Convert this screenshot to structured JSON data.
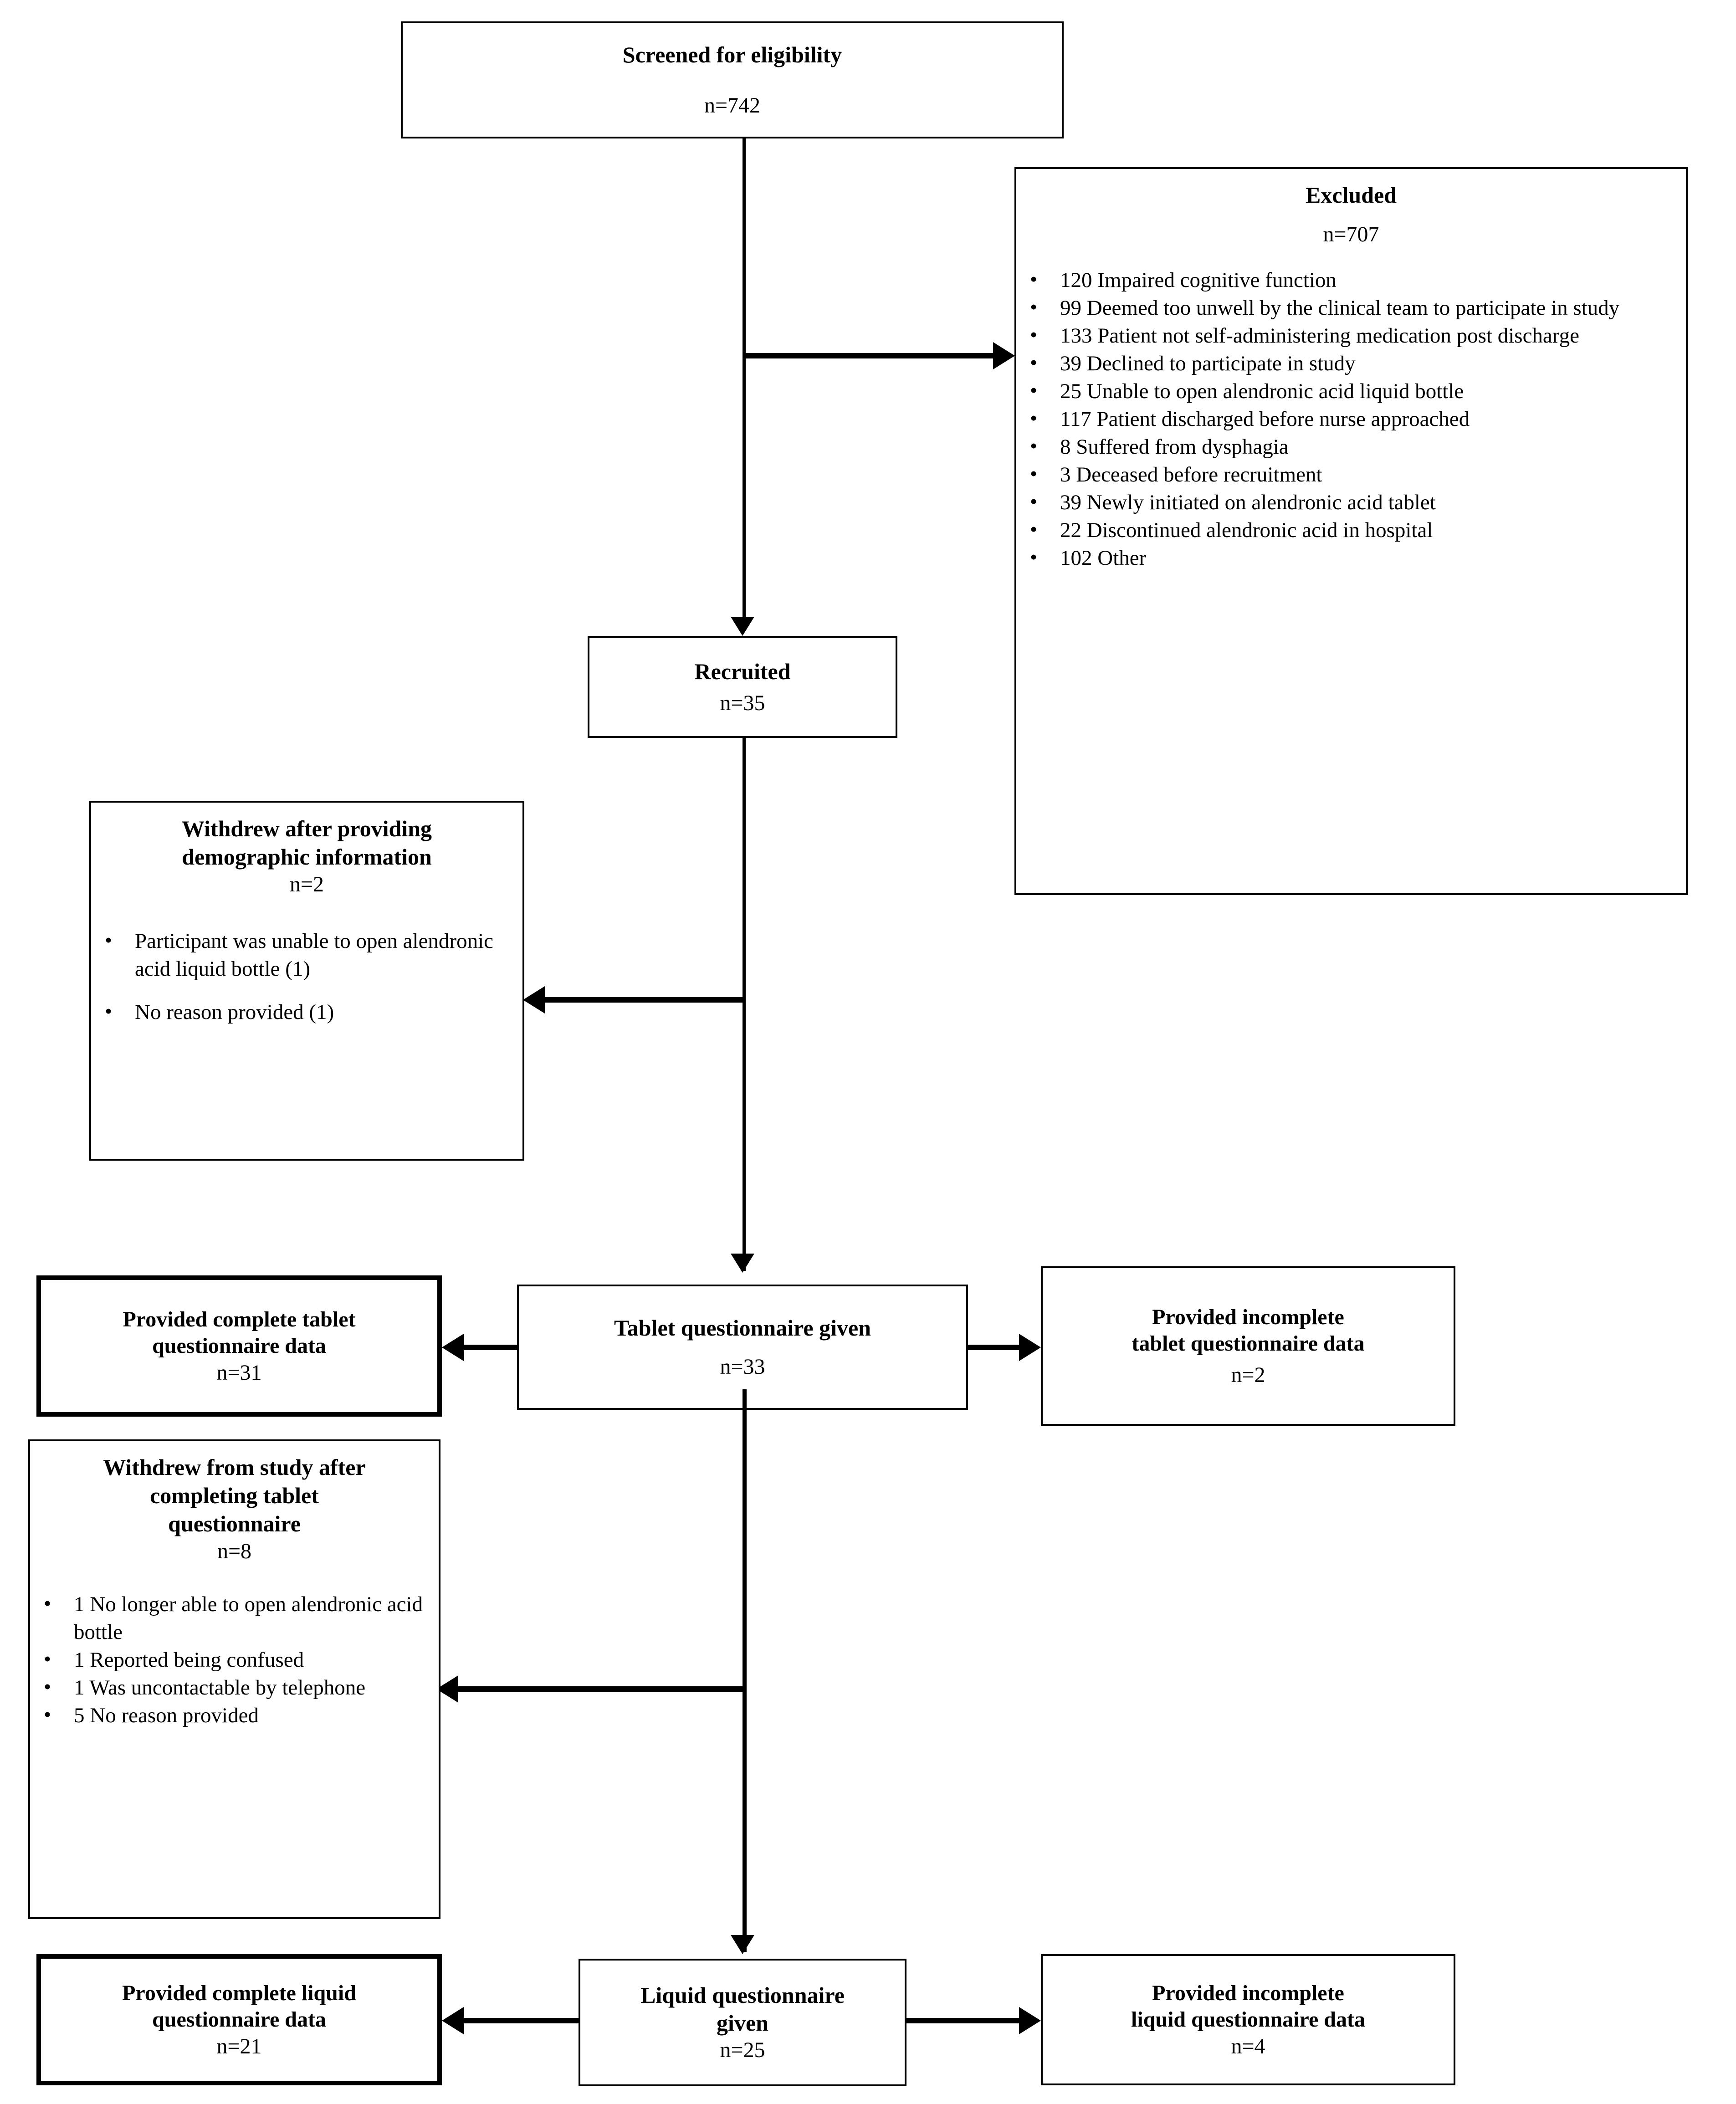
{
  "diagram": {
    "type": "flowchart",
    "subject": "CONSORT-style participant flow diagram"
  },
  "nodes": {
    "screened": {
      "title": "Screened for eligibility",
      "count": "n=742"
    },
    "excluded": {
      "title": "Excluded",
      "count": "n=707",
      "reasons": [
        "120 Impaired cognitive function",
        "99 Deemed too unwell by the clinical team to participate in study",
        "133 Patient not self-administering medication post discharge",
        "39 Declined to participate in study",
        "25 Unable to open alendronic acid liquid bottle",
        "117 Patient discharged before nurse approached",
        "8 Suffered from dysphagia",
        "3 Deceased before recruitment",
        "39 Newly initiated on alendronic acid tablet",
        "22 Discontinued alendronic acid in hospital",
        "102 Other"
      ]
    },
    "recruited": {
      "title": "Recruited",
      "count": "n=35"
    },
    "withdrew_demographic": {
      "title_line1": "Withdrew after providing",
      "title_line2": "demographic information",
      "count": "n=2",
      "reasons": [
        "Participant was unable to open alendronic acid liquid bottle (1)",
        "No reason provided (1)"
      ]
    },
    "tablet_complete": {
      "title_line1": "Provided complete tablet",
      "title_line2": "questionnaire data",
      "count": "n=31"
    },
    "tablet_given": {
      "title": "Tablet questionnaire given",
      "count": "n=33"
    },
    "tablet_incomplete": {
      "title_line1": "Provided incomplete",
      "title_line2": "tablet questionnaire data",
      "count": "n=2"
    },
    "withdrew_after_tablet": {
      "title_line1": "Withdrew from study after",
      "title_line2": "completing tablet",
      "title_line3": "questionnaire",
      "count": "n=8",
      "reasons": [
        "1 No longer able to open alendronic acid bottle",
        "1 Reported being confused",
        "1 Was uncontactable by telephone",
        "5 No reason provided"
      ]
    },
    "liquid_complete": {
      "title_line1": "Provided complete liquid",
      "title_line2": "questionnaire data",
      "count": "n=21"
    },
    "liquid_given": {
      "title_line1": "Liquid questionnaire",
      "title_line2": "given",
      "count": "n=25"
    },
    "liquid_incomplete": {
      "title_line1": "Provided incomplete",
      "title_line2": "liquid questionnaire data",
      "count": "n=4"
    }
  },
  "colors": {
    "stroke": "#000000",
    "background": "#ffffff"
  }
}
